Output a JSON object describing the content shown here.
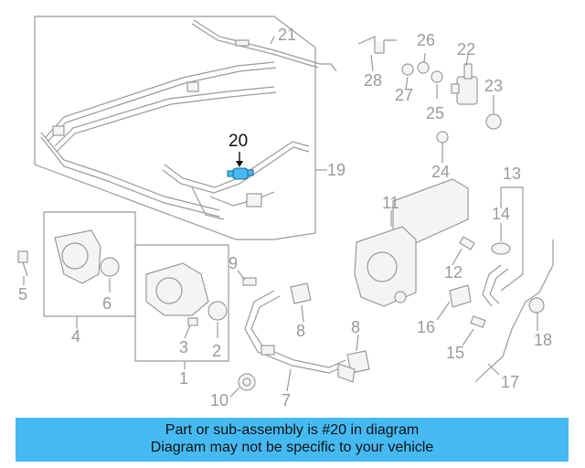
{
  "diagram": {
    "highlight_color": "#45baf2",
    "highlight_label": "20",
    "part_numbers": [
      "1",
      "2",
      "3",
      "4",
      "5",
      "6",
      "7",
      "8",
      "8",
      "9",
      "10",
      "11",
      "12",
      "13",
      "14",
      "15",
      "16",
      "17",
      "18",
      "19",
      "21",
      "22",
      "23",
      "24",
      "25",
      "26",
      "27",
      "28"
    ]
  },
  "banner": {
    "line1": "Part or sub-assembly is #20 in diagram",
    "line2": "Diagram may not be specific to your vehicle",
    "background": "#45baf2"
  }
}
